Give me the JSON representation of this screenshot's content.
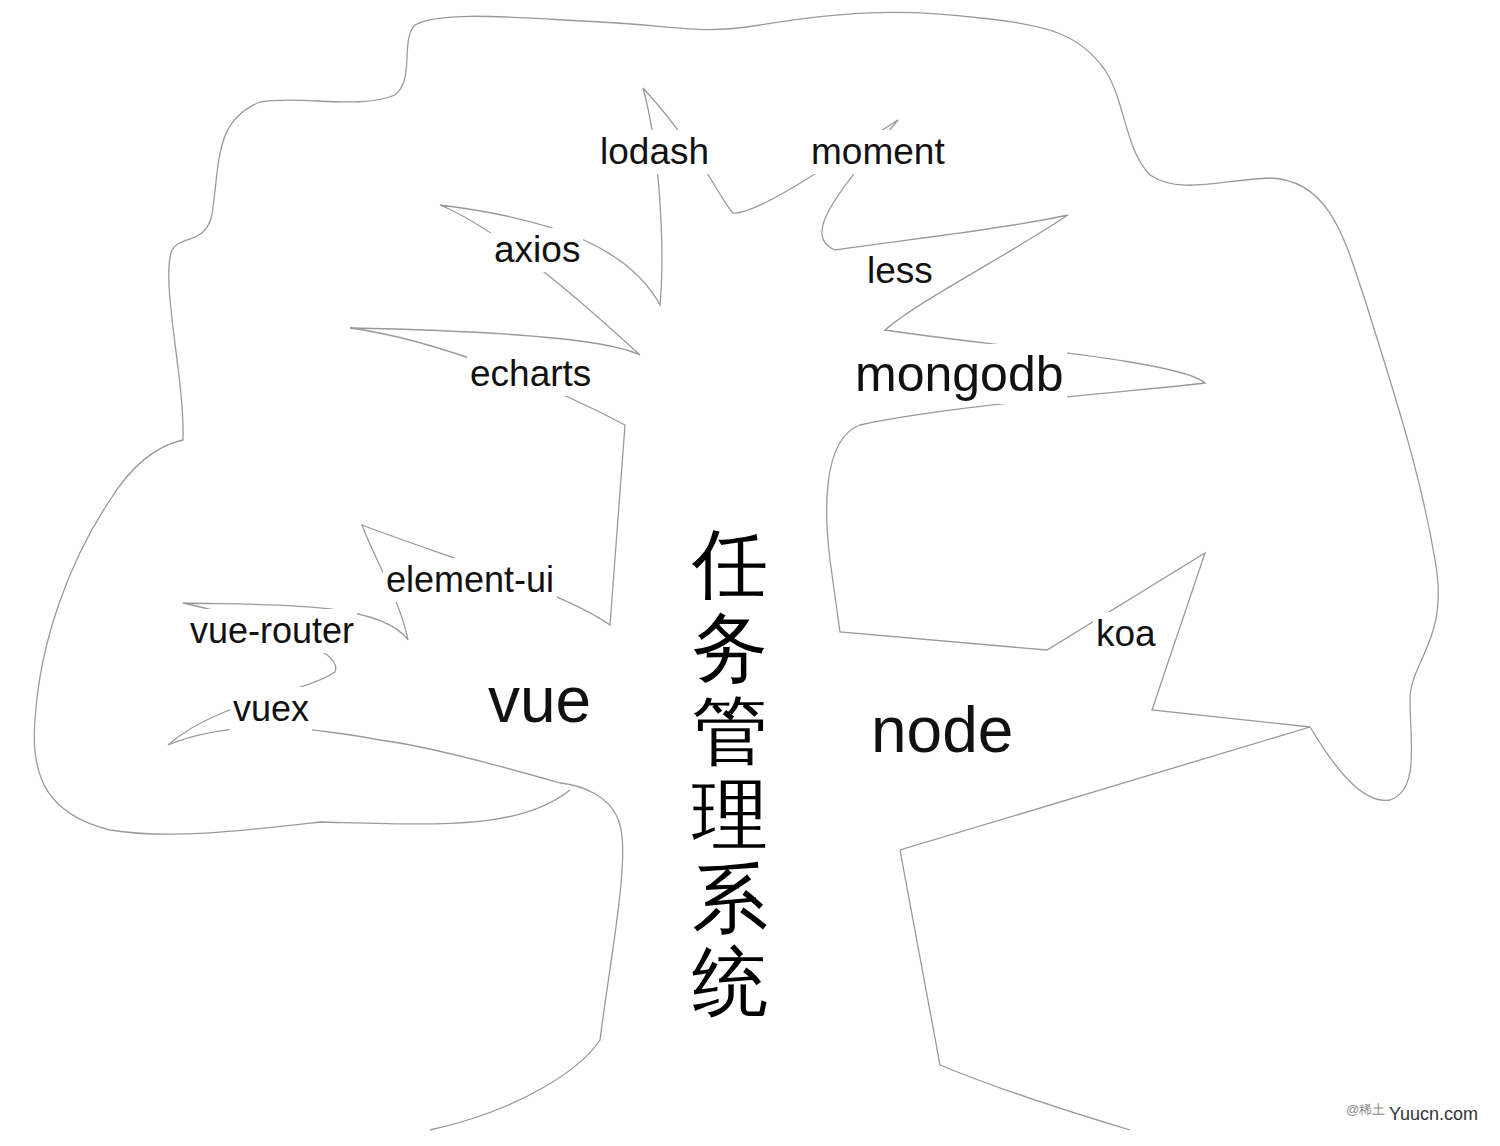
{
  "diagram": {
    "title": "任务管理系统",
    "labels": [
      "lodash",
      "moment",
      "axios",
      "less",
      "echarts",
      "mongodb",
      "element-ui",
      "vue-router",
      "vuex",
      "vue",
      "koa",
      "node",
      "@稀土",
      "Yuucn.com"
    ]
  }
}
